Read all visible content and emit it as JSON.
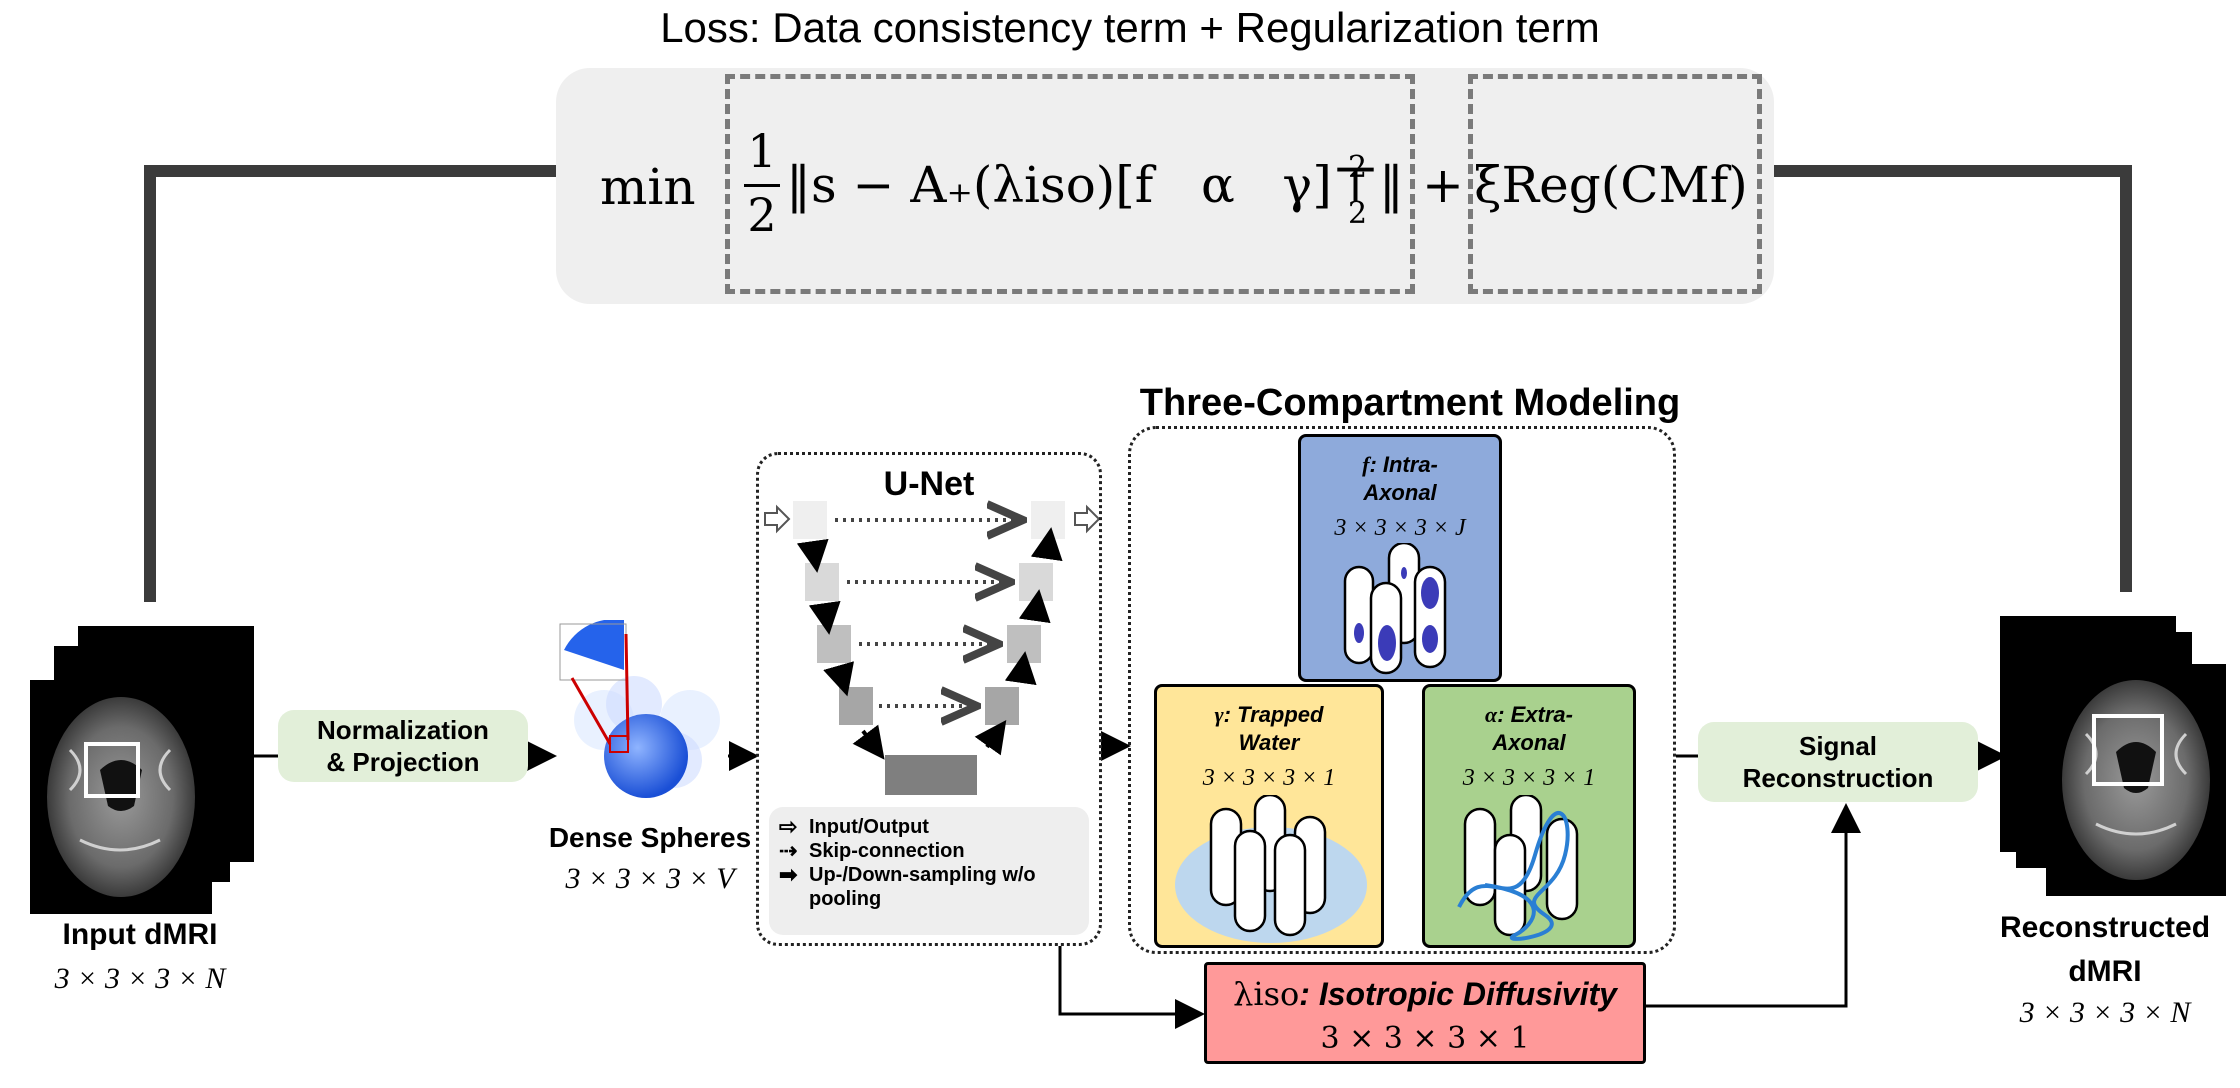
{
  "loss": {
    "title": "Loss: Data consistency term + Regularization term",
    "min": "min",
    "frac_num": "1",
    "frac_den": "2",
    "data_term": "‖s − A₊(λiso)[f   α   γ]⊤‖",
    "data_term_sup": "2",
    "data_term_sub": "2",
    "plus": "+",
    "reg_term": "ξReg(CMf)"
  },
  "input": {
    "label": "Input dMRI",
    "dims": "3 × 3 × 3 × N"
  },
  "normalization": {
    "line1": "Normalization",
    "line2": "& Projection"
  },
  "spheres": {
    "label": "Dense Spheres",
    "dims": "3 × 3 × 3 × V"
  },
  "unet": {
    "title": "U-Net",
    "legend": [
      {
        "icon": "⇨",
        "icon_name": "hollow-arrow-icon",
        "text": "Input/Output"
      },
      {
        "icon": "⇢",
        "icon_name": "dashed-arrow-icon",
        "text": "Skip-connection"
      },
      {
        "icon": "➡",
        "icon_name": "solid-arrow-icon",
        "text": "Up-/Down-sampling w/o pooling"
      }
    ]
  },
  "three_compartment": {
    "title": "Three-Compartment Modeling",
    "intra": {
      "symbol": "f",
      "name_line1": ": Intra-",
      "name_line2": "Axonal",
      "dims": "3 × 3 × 3 × J",
      "color": "#8eaadb"
    },
    "trapped": {
      "symbol": "γ",
      "name_line1": ": Trapped",
      "name_line2": "Water",
      "dims": "3 × 3 × 3 × 1",
      "color": "#ffe699"
    },
    "extra": {
      "symbol": "α",
      "name_line1": ": Extra-",
      "name_line2": "Axonal",
      "dims": "3 × 3 × 3 × 1",
      "color": "#a9d18e"
    }
  },
  "isotropic": {
    "symbol": "λiso",
    "name": ": Isotropic Diffusivity",
    "dims": "3 × 3 × 3 × 1",
    "color": "#ff9999"
  },
  "signal_recon": {
    "line1": "Signal",
    "line2": "Reconstruction"
  },
  "output": {
    "line1": "Reconstructed",
    "line2": "dMRI",
    "dims": "3 × 3 × 3 × N"
  },
  "colors": {
    "pill_bg": "#e2efd9",
    "loss_bg": "#efefef",
    "connector": "#3b3b3b"
  }
}
